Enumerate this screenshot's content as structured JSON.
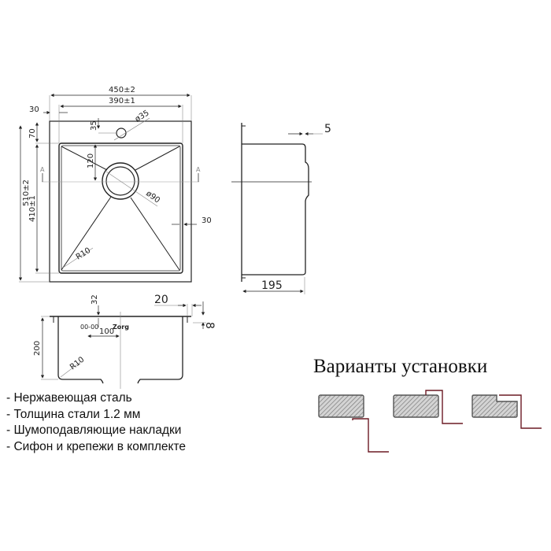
{
  "top_view": {
    "overall_width": "450±2",
    "bowl_width": "390±1",
    "flange_side": "30",
    "overall_depth": "510±2",
    "bowl_depth": "410±1",
    "flange_back": "70",
    "tap_hole_offset": "35",
    "tap_hole_diameter": "ø35",
    "drain_offset": "120",
    "drain_diameter": "ø90",
    "flange_right": "30",
    "corner_radius": "R10",
    "section_marker_left": "A",
    "section_marker_right": "A"
  },
  "side_view": {
    "flange_thickness": "5",
    "depth": "195"
  },
  "front_view": {
    "overflow_offset": "32",
    "flange_width": "20",
    "flange_height": "8",
    "height": "200",
    "drain_distance": "100",
    "corner_radius": "R10",
    "overflow_label": "00-00",
    "brand_logo": "Zorg"
  },
  "features": [
    "- Нержавеющая сталь",
    "- Толщина стали 1.2 мм",
    "- Шумоподавляющие накладки",
    "- Сифон и крепежи в комплекте"
  ],
  "installation": {
    "title": "Варианты установки",
    "variants": [
      "overmount",
      "flush-mount",
      "undermount"
    ],
    "sink_line_color": "#6b1a24",
    "countertop_fill": "#b8b8b8"
  }
}
